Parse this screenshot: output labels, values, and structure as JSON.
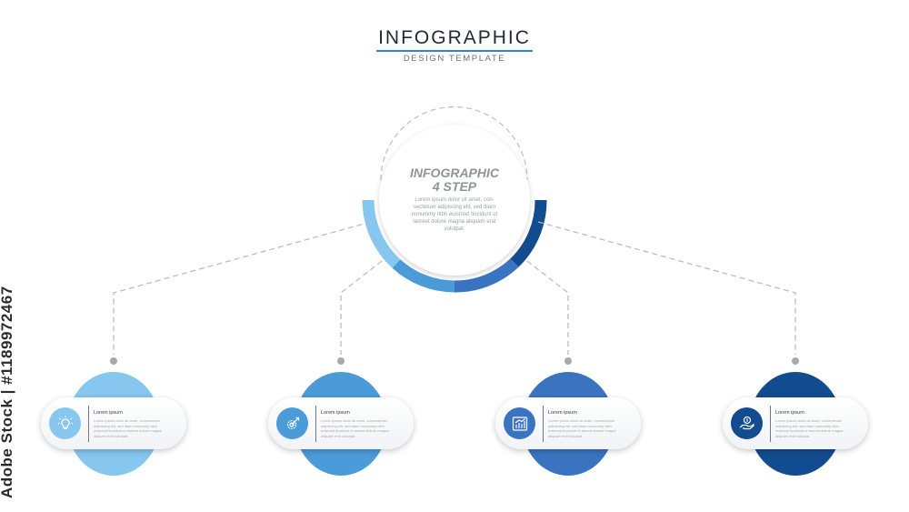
{
  "header": {
    "title": "INFOGRAPHIC",
    "subtitle": "DESIGN TEMPLATE"
  },
  "center": {
    "title_line1": "INFOGRAPHIC",
    "title_line2": "4 STEP",
    "body": "Lorem ipsum dolor sit amet, con-sectetuer adipiscing elit, sed diam nonummy nibh euismod tincidunt ut laoreet dolore magna aliquam erat volutpat."
  },
  "colors": {
    "step1": "#86c6ef",
    "step2": "#4b9bd8",
    "step3": "#3a73c0",
    "step4": "#134c8e",
    "connector": "#b8b8b8"
  },
  "steps": [
    {
      "title": "Lorem ipsum",
      "body": "Lorem ipsum dolor sit amet, consectetuer adipiscing elit, sed diam nonummy nibh euismod tincidunt ut laoreet dolore magna aliquam erat volutpat.",
      "icon": "lightbulb-icon"
    },
    {
      "title": "Lorem ipsum",
      "body": "Lorem ipsum dolor sit amet, consectetuer adipiscing elit, sed diam nonummy nibh euismod tincidunt ut laoreet dolore magna aliquam erat volutpat.",
      "icon": "gear-target-icon"
    },
    {
      "title": "Lorem ipsum",
      "body": "Lorem ipsum dolor sit amet, consectetuer adipiscing elit, sed diam nonummy nibh euismod tincidunt ut laoreet dolore magna aliquam erat volutpat.",
      "icon": "growth-chart-icon"
    },
    {
      "title": "Lorem ipsum",
      "body": "Lorem ipsum dolor sit amet, consectetuer adipiscing elit, sed diam nonummy nibh euismod tincidunt ut laoreet dolore magna aliquam erat volutpat.",
      "icon": "hand-coin-icon"
    }
  ],
  "watermark": {
    "text": "Adobe Stock | #1189972467"
  }
}
